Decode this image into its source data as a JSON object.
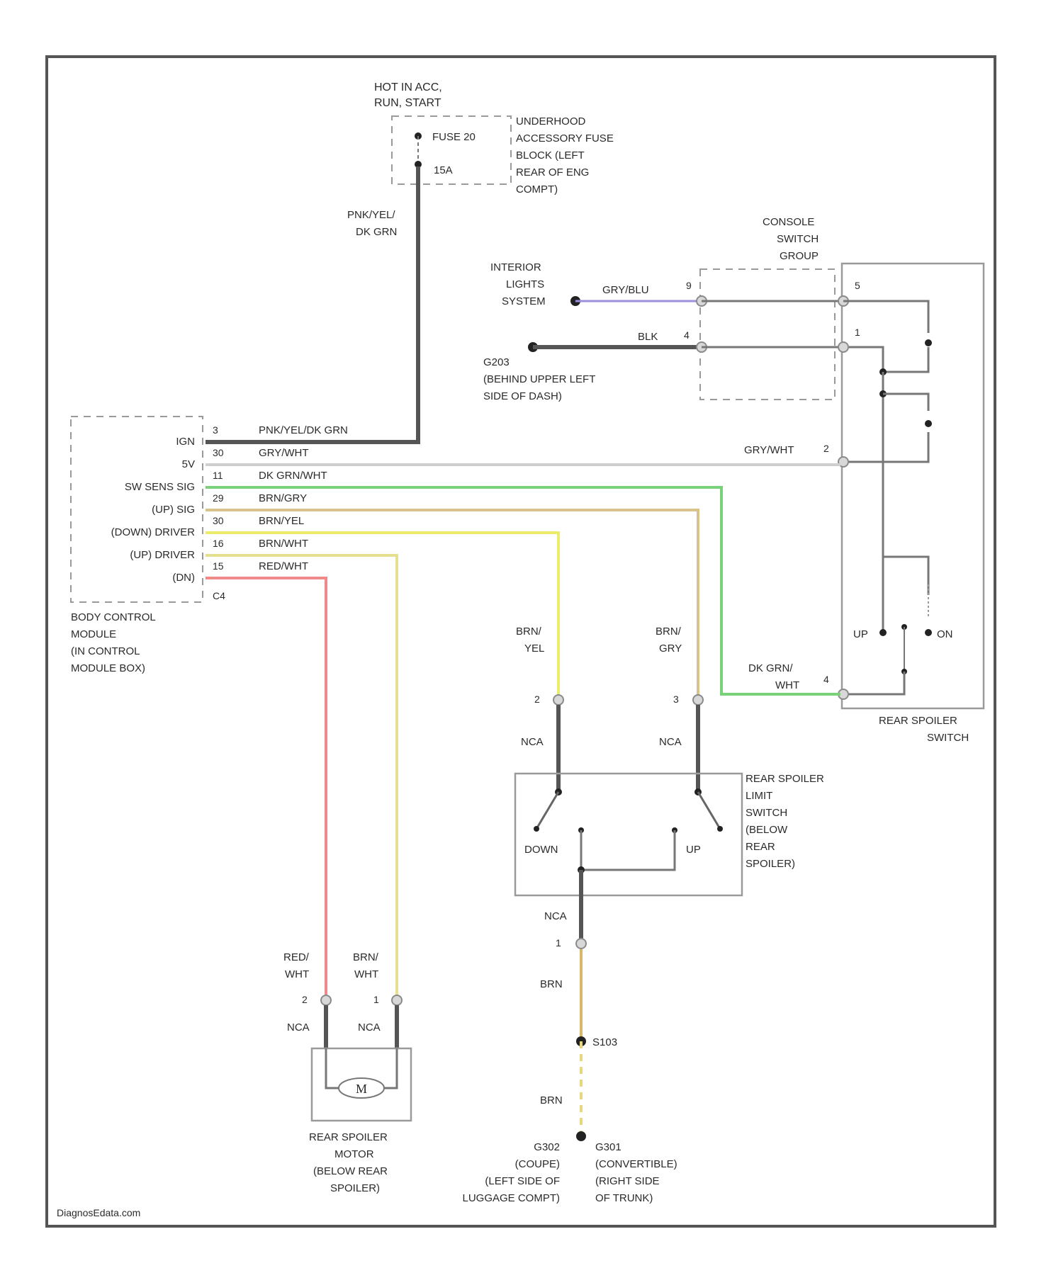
{
  "colors": {
    "wire_dark": "#555555",
    "wire_purple": "#9b8fe0",
    "wire_green": "#79d279",
    "wire_tan": "#d8c48a",
    "wire_yellow": "#ecec6a",
    "wire_yellow_light": "#e6e08e",
    "wire_red": "#f08a8a",
    "wire_brn": "#d7b86a",
    "wire_gray": "#cfcfcf"
  },
  "fuse_block": {
    "power_label": [
      "HOT IN ACC,",
      "RUN, START"
    ],
    "fuse": "FUSE 20",
    "amps": "15A",
    "location": [
      "UNDERHOOD",
      "ACCESSORY FUSE",
      "BLOCK (LEFT",
      "REAR OF ENG",
      "COMPT)"
    ]
  },
  "fuse_wire_color": [
    "PNK/YEL/",
    "DK GRN"
  ],
  "console_switch": {
    "title": [
      "CONSOLE",
      "SWITCH",
      "GROUP"
    ],
    "interior_lights": [
      "INTERIOR",
      "LIGHTS",
      "SYSTEM"
    ],
    "wire1_color": "GRY/BLU",
    "wire1_pin": "9",
    "wire2_color": "BLK",
    "wire2_pin": "4",
    "ground": [
      "G203",
      "(BEHIND UPPER LEFT",
      "SIDE OF DASH)"
    ],
    "pin_a": "5",
    "pin_b": "1",
    "gry_wht": "GRY/WHT",
    "gry_wht_pin": "2"
  },
  "rear_spoiler_switch": {
    "title": [
      "REAR SPOILER",
      "SWITCH"
    ],
    "up": "UP",
    "on": "ON",
    "wire_color": [
      "DK GRN/",
      "WHT"
    ],
    "pin": "4"
  },
  "bcm": {
    "title": [
      "BODY CONTROL",
      "MODULE",
      "(IN CONTROL",
      "MODULE BOX)"
    ],
    "connector": "C4",
    "rows": [
      {
        "name": "IGN",
        "pin": "3",
        "color": "PNK/YEL/DK GRN"
      },
      {
        "name": "5V",
        "pin": "30",
        "color": "GRY/WHT"
      },
      {
        "name": "SW SENS SIG",
        "pin": "11",
        "color": "DK GRN/WHT"
      },
      {
        "name": "(UP) SIG",
        "pin": "29",
        "color": "BRN/GRY"
      },
      {
        "name": "(DOWN) DRIVER",
        "pin": "30",
        "color": "BRN/YEL"
      },
      {
        "name": "(UP) DRIVER",
        "pin": "16",
        "color": "BRN/WHT"
      },
      {
        "name": "(DN)",
        "pin": "15",
        "color": "RED/WHT"
      }
    ]
  },
  "limit_switch": {
    "title": [
      "REAR SPOILER",
      "LIMIT",
      "SWITCH",
      "(BELOW",
      "REAR",
      "SPOILER)"
    ],
    "wire_left": [
      "BRN/",
      "YEL"
    ],
    "wire_right": [
      "BRN/",
      "GRY"
    ],
    "pin_left": "2",
    "pin_right": "3",
    "nca": "NCA",
    "down": "DOWN",
    "up": "UP",
    "bottom_pin": "1",
    "bottom_color": "BRN"
  },
  "splice": "S103",
  "brn2": "BRN",
  "ground": {
    "coupe": [
      "G302",
      "(COUPE)",
      "(LEFT SIDE OF",
      "LUGGAGE COMPT)"
    ],
    "conv": [
      "G301",
      "(CONVERTIBLE)",
      "(RIGHT SIDE",
      "OF TRUNK)"
    ]
  },
  "motor": {
    "title": [
      "REAR SPOILER",
      "MOTOR",
      "(BELOW REAR",
      "SPOILER)"
    ],
    "wire_left": [
      "RED/",
      "WHT"
    ],
    "wire_right": [
      "BRN/",
      "WHT"
    ],
    "pin_left": "2",
    "pin_right": "1",
    "nca": "NCA",
    "symbol": "M"
  },
  "watermark": "DiagnosEdata.com"
}
